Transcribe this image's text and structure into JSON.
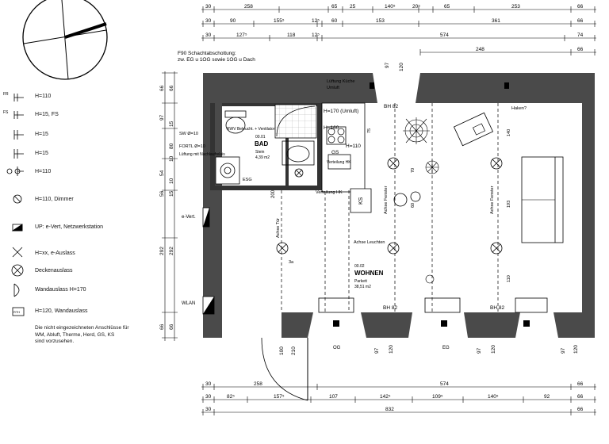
{
  "legend": {
    "items": [
      {
        "symbol": "FR",
        "text": "H=110"
      },
      {
        "symbol": "FS",
        "text": "H=15, FS"
      },
      {
        "symbol": "",
        "text": "H=15"
      },
      {
        "symbol": "",
        "text": "H=15"
      },
      {
        "symbol": "2",
        "text": "H=110"
      },
      {
        "symbol": "",
        "text": "H=110, Dimmer"
      },
      {
        "symbol": "",
        "text": "UP: e-Vert, Netzwerkstation"
      },
      {
        "symbol": "",
        "text": "H=xx, e-Auslass"
      },
      {
        "symbol": "2",
        "text": "Deckenauslass"
      },
      {
        "symbol": "",
        "text": "Wandauslass  H=170"
      },
      {
        "symbol": "RTH",
        "text": "H=120, Wandauslass"
      }
    ],
    "note": [
      "Die nicht eingezeichneten Anschlüsse für",
      "WM, Abluft, Therme, Herd, GS, KS",
      "sind vorzusehen."
    ]
  },
  "top_dims": {
    "row1": [
      "30",
      "258",
      "65",
      "25",
      "140⁵",
      "20⁵",
      "65",
      "253",
      "66"
    ],
    "row2": [
      "30",
      "90",
      "155⁵",
      "12⁵",
      "60",
      "153",
      "361",
      "66"
    ],
    "row3": [
      "30",
      "127⁵",
      "118",
      "12⁵",
      "574",
      "74"
    ],
    "row4": [
      "248",
      "66"
    ]
  },
  "bottom_dims": {
    "row1": [
      "30",
      "258",
      "574",
      "66"
    ],
    "row2": [
      "30",
      "82⁵",
      "157⁵",
      "107",
      "142⁵",
      "109⁵",
      "140⁵",
      "92",
      "66"
    ],
    "row3": [
      "30",
      "832",
      "66"
    ]
  },
  "left_dims": [
    "66",
    "66",
    "97",
    "80",
    "15",
    "10",
    "54",
    "10",
    "56",
    "15",
    "292",
    "292",
    "66",
    "66"
  ],
  "opening_dims": [
    "97",
    "120",
    "100",
    "210",
    "97",
    "120",
    "97",
    "120",
    "97",
    "120"
  ],
  "annotations": {
    "shaft": [
      "F90 Schachtabschottung:",
      "zw. EG u 1OG sowie 1OG u Dach"
    ],
    "lueftung_kueche": "Lüftung Küche",
    "umluft": "Umluft",
    "bh_top": "BH 82",
    "h170": "H=170 (Umluft)",
    "h160": "H=160",
    "h110": "H=110",
    "gs": "GS",
    "ks": "KS",
    "verteilung_hk": "Verteilung HK",
    "verteilung_hk2": "Verteilung HK",
    "bad_room": "BAD",
    "bad_nr": "00.01",
    "bad_floor": "Stein",
    "bad_area": "4,39 m2",
    "esg": "ESG",
    "rwv": "RWV Beleucht. + Ventilator",
    "sw": "SW Ø=10",
    "fortl": "FORTL Ø=10",
    "lueftung_nl": "Lüftung mit Nachlaufrelais",
    "evert": "e-Vert.",
    "wlan": "WLAN",
    "achse_tuer": "Achse Tür",
    "achse_fenster1": "Achse Fenster",
    "achse_fenster2": "Achse Fenster",
    "achse_leuchten": "Achse Leuchten",
    "wohnen_nr": "00.02",
    "wohnen": "WOHNEN",
    "wohnen_floor": "Parkett",
    "wohnen_area": "38,51 m2",
    "bh_b1": "BH 82",
    "bh_b2": "BH 82",
    "haken": "Haken?",
    "og": "OG",
    "eg": "EG",
    "dim200": "200",
    "dim3a": "3a",
    "h140": "140",
    "h193": "193",
    "h110b": "110",
    "h75": "75",
    "h70": "70",
    "h60": "60"
  }
}
